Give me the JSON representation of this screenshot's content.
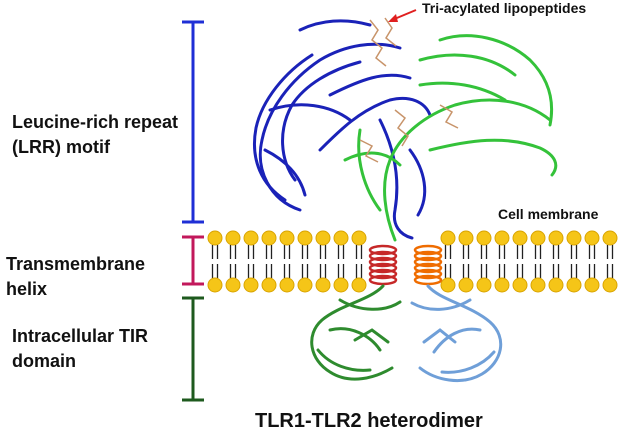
{
  "labels": {
    "lrr_line1": "Leucine-rich repeat",
    "lrr_line2": "(LRR) motif",
    "transmembrane": "Transmembrane helix",
    "tir_line1": "Intracellular TIR",
    "tir_line2": "domain",
    "cell_membrane": "Cell membrane",
    "lipopeptides": "Tri-acylated lipopeptides",
    "title": "TLR1-TLR2 heterodimer"
  },
  "colors": {
    "lrr_bracket": "#1f2fd6",
    "tm_bracket": "#c2185b",
    "tir_bracket": "#1e5a1e",
    "lipid_head": "#f5c518",
    "lipid_head_edge": "#d9a400",
    "tlr1_protein": "#1a22b8",
    "tlr2_protein": "#34c23a",
    "tir_left": "#2e8b2e",
    "tir_right": "#6f9fd8",
    "helix_left": "#c62828",
    "helix_right": "#ef6c00",
    "arrow": "#e02020",
    "lipopeptide": "#c8946a"
  },
  "icons": {
    "pointer": "red-arrow-icon",
    "bilayer": "lipid-bilayer-icon"
  }
}
